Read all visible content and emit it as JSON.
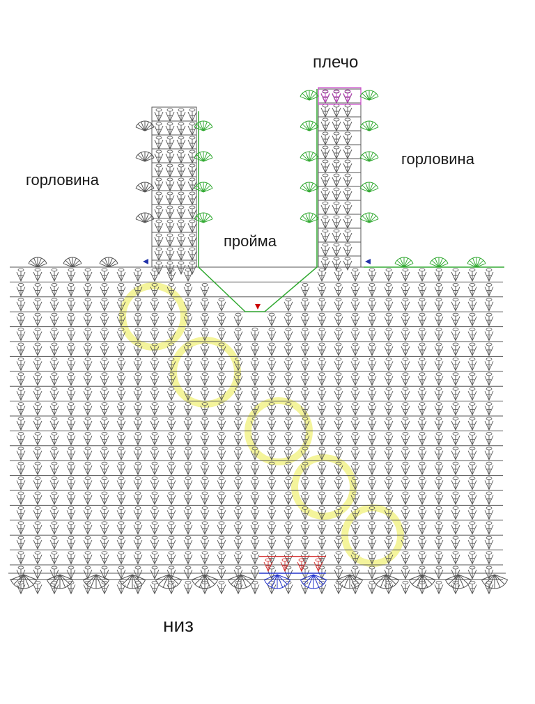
{
  "labels": {
    "shoulder": "плечо",
    "neckline_left": "горловина",
    "neckline_right": "горловина",
    "armhole": "пройма",
    "bottom": "низ"
  },
  "colors": {
    "stitch": "#555555",
    "edging": "#33aa33",
    "shoulder_seam": "#cc44cc",
    "bottom_highlight": "#d22222",
    "bottom_shell_highlight": "#2233cc",
    "watermark": "#f0f07a",
    "marker": "#cc0000"
  }
}
